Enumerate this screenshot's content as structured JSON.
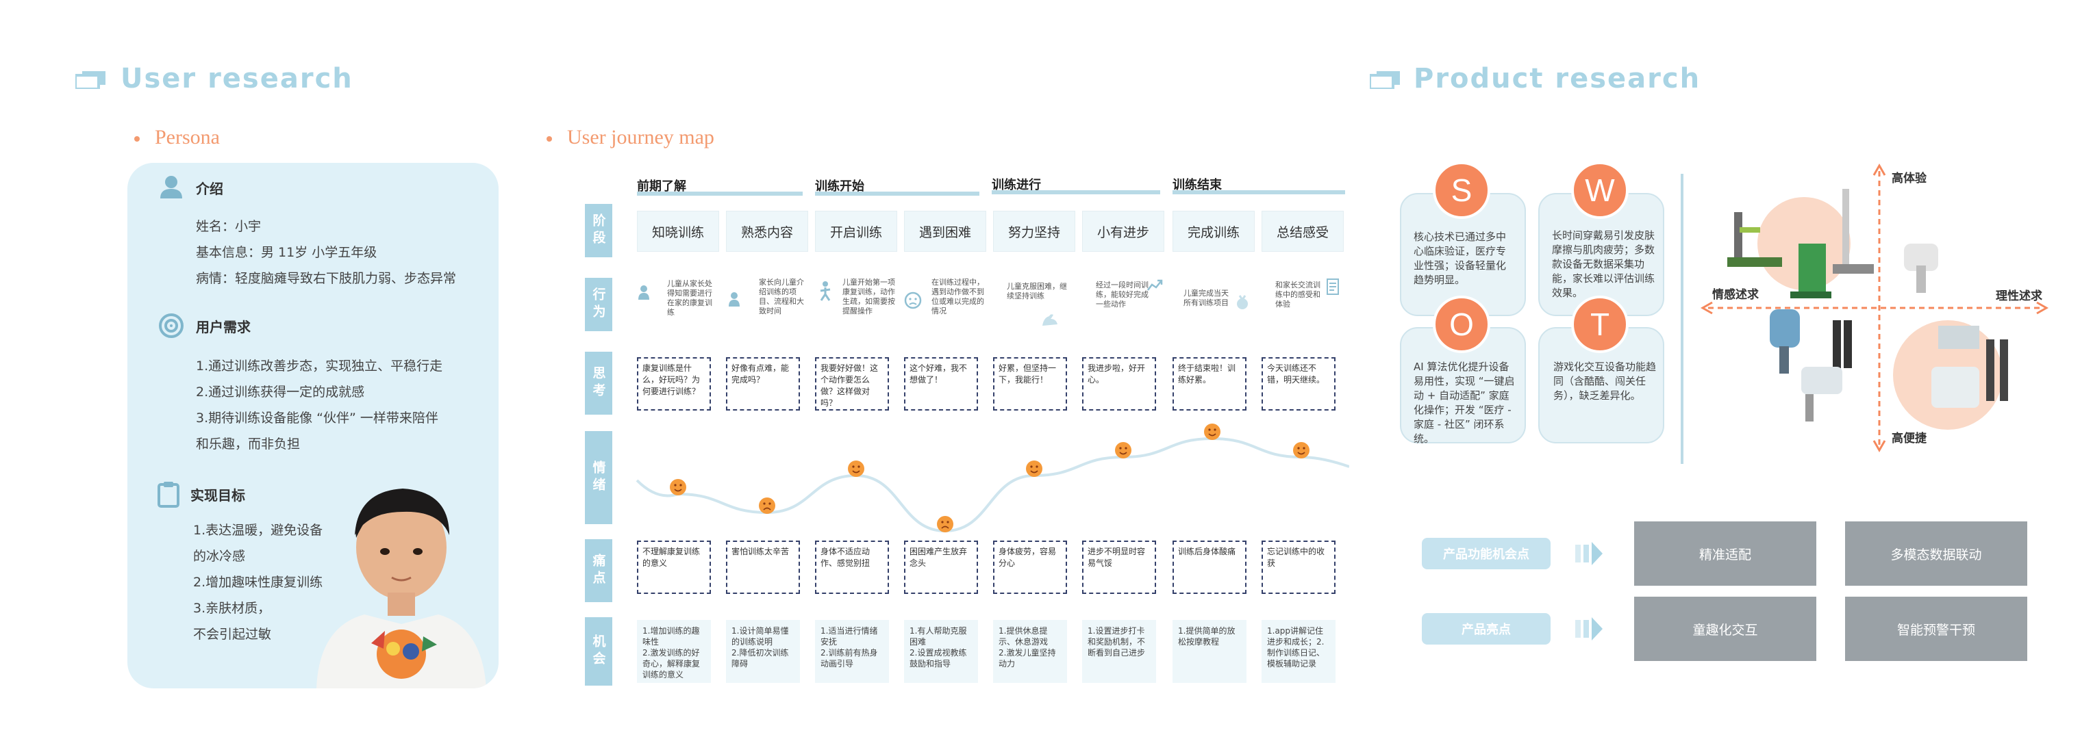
{
  "user_research": {
    "title": "User research",
    "persona": {
      "title": "Persona",
      "intro_heading": "介绍",
      "intro_lines": [
        "姓名：小宇",
        "基本信息：男  11岁  小学五年级",
        "病情：轻度脑瘫导致右下肢肌力弱、步态异常"
      ],
      "needs_heading": "用户需求",
      "needs_lines": [
        "1.通过训练改善步态，实现独立、平稳行走",
        "2.通过训练获得一定的成就感",
        "3.期待训练设备能像 “伙伴” 一样带来陪伴",
        "和乐趣，而非负担"
      ],
      "goals_heading": "实现目标",
      "goals_lines": [
        "1.表达温暖，避免设备",
        "的冰冷感",
        "2.增加趣味性康复训练",
        "3.亲肤材质，",
        "不会引起过敏"
      ]
    },
    "journey": {
      "title": "User journey map",
      "stages": [
        "前期了解",
        "训练开始",
        "训练进行",
        "训练结束"
      ],
      "row_labels": [
        "阶段",
        "行为",
        "思考",
        "情绪",
        "痛点",
        "机会"
      ],
      "phases": [
        "知晓训练",
        "熟悉内容",
        "开启训练",
        "遇到困难",
        "努力坚持",
        "小有进步",
        "完成训练",
        "总结感受"
      ],
      "behaviors": [
        "儿童从家长处得知需要进行在家的康复训练",
        "家长向儿童介绍训练的项目、流程和大致时间",
        "儿童开始第一项康复训练，动作生疏，如需要按提醒操作",
        "在训练过程中，遇到动作做不到位或难以完成的情况",
        "儿童克服困难，继续坚持训练",
        "经过一段时间训练，能较好完成一些动作",
        "儿童完成当天所有训练项目",
        "和家长交流训练中的感受和体验"
      ],
      "thoughts": [
        "康复训练是什么，好玩吗？为何要进行训练？",
        "好像有点难，能完成吗？",
        "我要好好做！这个动作要怎么做？这样做对吗？",
        "这个好难，我不想做了！",
        "好累，但坚持一下，我能行！",
        "我进步啦，好开心。",
        "终于结束啦！训练好累。",
        "今天训练还不错，明天继续。"
      ],
      "pains": [
        "不理解康复训练的意义",
        "害怕训练太辛苦",
        "身体不适应动作、感觉别扭",
        "困困难产生放弃念头",
        "身体疲劳，容易分心",
        "进步不明显时容易气馁",
        "训练后身体酸痛",
        "忘记训练中的收获"
      ],
      "opportunities": [
        "1.增加训练的趣味性\n2.激发训练的好奇心，解释康复训练的意义",
        "1.设计简单易懂的训练说明\n2.降低初次训练障碍",
        "1.适当进行情绪安抚\n2.训练前有热身动画引导",
        "1.有人帮助克服困难\n2.设置成视教练鼓励和指导",
        "1.提供休息提示、休息游戏\n2.激发儿童坚持动力",
        "1.设置进步打卡和奖励机制，不断看到自己进步",
        "1.提供简单的放松按摩教程",
        "1.app讲解记住进步和成长；2.制作训练日记、模板辅助记录"
      ],
      "emotion_scores": [
        2,
        1,
        3,
        0,
        3,
        4,
        5,
        4
      ]
    }
  },
  "product_research": {
    "title": "Product research",
    "swot": [
      {
        "letter": "S",
        "text": "核心技术已通过多中心临床验证，医疗专业性强；设备轻量化趋势明显。"
      },
      {
        "letter": "W",
        "text": "长时间穿戴易引发皮肤摩擦与肌肉疲劳；多数款设备无数据采集功能，家长难以评估训练效果。"
      },
      {
        "letter": "O",
        "text": "AI 算法优化提升设备易用性，实现 “一键启动 + 自动适配” 家庭化操作；开发 “医疗 - 家庭 - 社区” 闭环系统。"
      },
      {
        "letter": "T",
        "text": "游戏化交互设备功能趋同（含酷酷、闯关任务），缺乏差异化。"
      }
    ],
    "quadrant": {
      "top": "高体验",
      "bottom": "高便捷",
      "left": "情感述求",
      "right": "理性述求"
    },
    "opportunity_label": "产品功能机会点",
    "highlight_label": "产品亮点",
    "features": [
      "精准适配",
      "多模态数据联动",
      "童趣化交互",
      "智能预警干预"
    ]
  },
  "colors": {
    "accent": "#f5885c",
    "title_blue": "#a9d4e4",
    "card_bg": "#dff1f8",
    "row_label": "#a9d3e3",
    "dash_border": "#34406a"
  }
}
